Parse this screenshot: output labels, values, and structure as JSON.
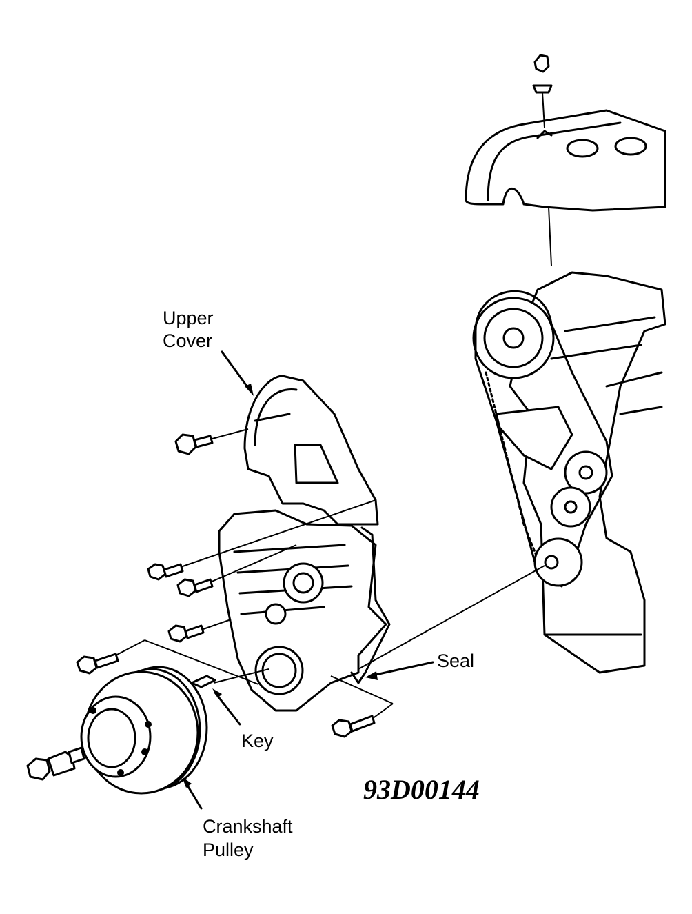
{
  "labels": {
    "upper_cover": [
      "Upper",
      "Cover"
    ],
    "seal": "Seal",
    "key": "Key",
    "crankshaft_pulley": [
      "Crankshaft",
      "Pulley"
    ]
  },
  "figure_code": "93D00144"
}
